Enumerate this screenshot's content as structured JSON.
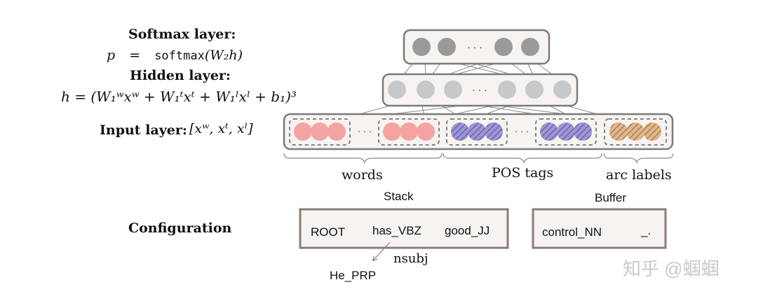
{
  "softmax": {
    "title": "Softmax layer:",
    "eq_lhs": "p",
    "eq_eq": "=",
    "eq_fn": "softmax",
    "eq_arg": "(W₂h)"
  },
  "hidden": {
    "title": "Hidden layer:",
    "formula": "h = (W₁ʷxʷ + W₁ᵗxᵗ + W₁ˡxˡ + b₁)³"
  },
  "input": {
    "title": "Input layer:",
    "formula": "[xʷ, xᵗ, xˡ]"
  },
  "groups": {
    "words": "words",
    "pos": "POS tags",
    "arc": "arc labels"
  },
  "ellipsis": "· · ·",
  "config": {
    "title": "Configuration",
    "stack_title": "Stack",
    "buffer_title": "Buffer",
    "stack_items": [
      "ROOT",
      "has_VBZ",
      "good_JJ"
    ],
    "buffer_items": [
      "control_NN",
      "_."
    ],
    "arc_label": "nsubj",
    "dependent": "He_PRP"
  },
  "watermark": "知乎 @蝈蝈",
  "colors": {
    "node_gray_dark": "#9a9a9a",
    "node_gray_light": "#c8c8c8",
    "word_fill": "#f4a3a3",
    "pos_fill": "#9c95d6",
    "arc_fill": "#e0b48c",
    "box_border": "#7a7a7a",
    "config_border": "#8a7e7a"
  }
}
